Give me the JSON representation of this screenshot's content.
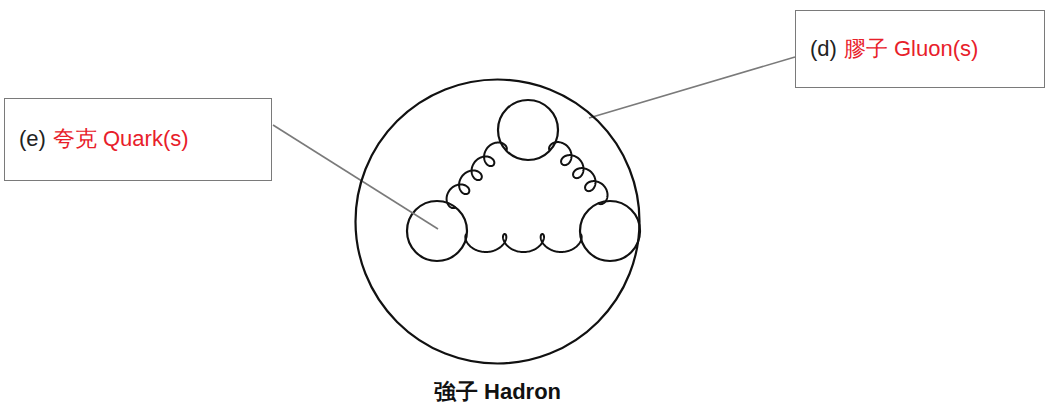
{
  "diagram": {
    "nodes": [
      {
        "text": [
          "(e)",
          "夸克 Quark(s)"
        ]
      },
      {
        "text": [
          "(d)",
          "膠子 Gluon(s)"
        ]
      },
      {
        "text": [
          "強子 Hadron"
        ]
      }
    ]
  }
}
